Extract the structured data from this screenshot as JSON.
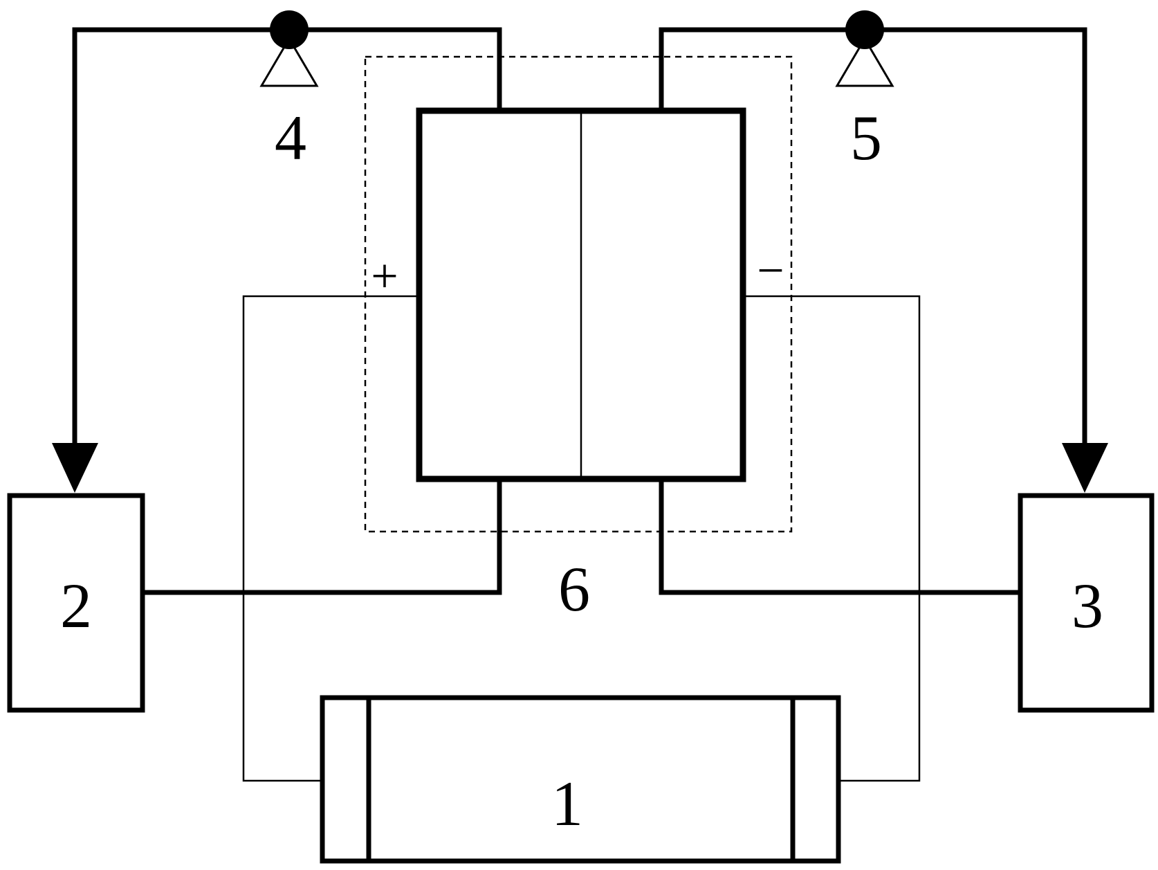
{
  "labels": {
    "power_supply": "1",
    "anode_tank": "2",
    "cathode_tank": "3",
    "pump_left": "4",
    "pump_right": "5",
    "cell": "6",
    "positive": "+",
    "negative": "−"
  }
}
